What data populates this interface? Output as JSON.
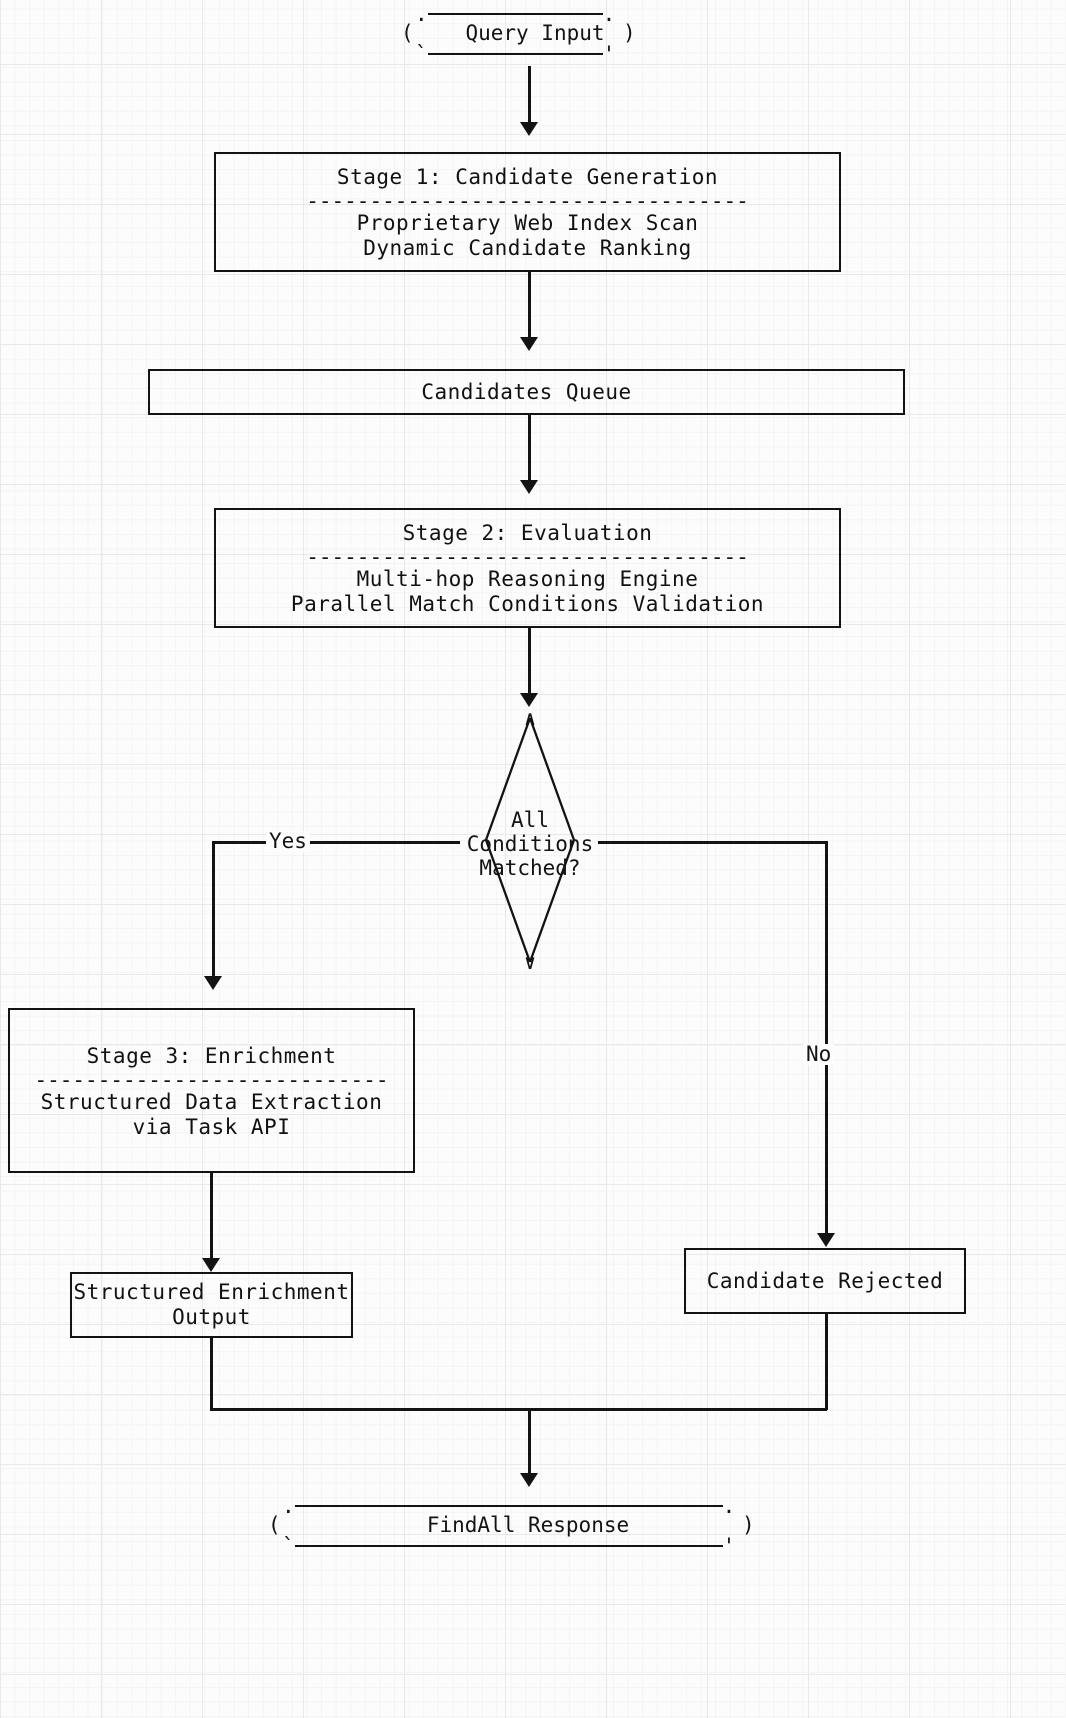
{
  "diagram": {
    "type": "ascii-flowchart",
    "title": "FindAll pipeline flowchart",
    "nodes": {
      "query_input": {
        "label": "Query Input",
        "shape": "terminal"
      },
      "stage1": {
        "title": "Stage 1: Candidate Generation",
        "rule": "-----------------------------------",
        "body": "Proprietary Web Index Scan\nDynamic Candidate Ranking",
        "shape": "process"
      },
      "candidates_queue": {
        "label": "Candidates Queue",
        "shape": "process"
      },
      "stage2": {
        "title": "Stage 2: Evaluation",
        "rule": "-----------------------------------",
        "body": "Multi-hop Reasoning Engine\nParallel Match Conditions Validation",
        "shape": "process"
      },
      "decision": {
        "label": "All\nConditions\nMatched?",
        "line1": "All",
        "line2": "Conditions",
        "line3": "Matched?",
        "shape": "decision",
        "top_glyph": "∧",
        "bottom_glyph": "∨"
      },
      "stage3": {
        "title": "Stage 3: Enrichment",
        "rule": "----------------------------",
        "body": "Structured Data Extraction\nvia Task API",
        "shape": "process"
      },
      "enrichment_output": {
        "label": "Structured Enrichment\nOutput",
        "line1": "Structured Enrichment",
        "line2": "Output",
        "shape": "process"
      },
      "candidate_rejected": {
        "label": "Candidate Rejected",
        "shape": "process"
      },
      "findall_response": {
        "label": "FindAll Response",
        "shape": "terminal"
      }
    },
    "edges": [
      {
        "from": "query_input",
        "to": "stage1",
        "label": ""
      },
      {
        "from": "stage1",
        "to": "candidates_queue",
        "label": ""
      },
      {
        "from": "candidates_queue",
        "to": "stage2",
        "label": ""
      },
      {
        "from": "stage2",
        "to": "decision",
        "label": ""
      },
      {
        "from": "decision",
        "to": "stage3",
        "label": "Yes"
      },
      {
        "from": "decision",
        "to": "candidate_rejected",
        "label": "No"
      },
      {
        "from": "stage3",
        "to": "enrichment_output",
        "label": ""
      },
      {
        "from": "enrichment_output",
        "to": "findall_response",
        "label": ""
      },
      {
        "from": "candidate_rejected",
        "to": "findall_response",
        "label": ""
      }
    ],
    "edge_labels": {
      "yes": "Yes",
      "no": "No"
    },
    "colors": {
      "stroke": "#131313",
      "background": "#fdfdfd",
      "grid": "#e9e9e9"
    }
  }
}
